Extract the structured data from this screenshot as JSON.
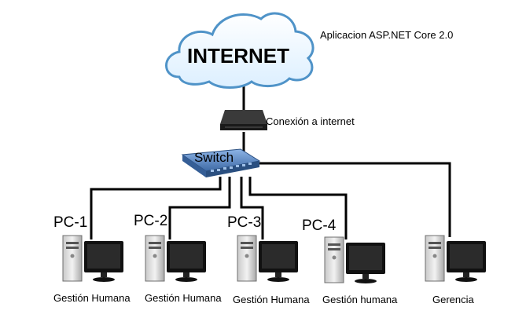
{
  "diagram": {
    "cloud_label": "INTERNET",
    "app_title": "Aplicacion ASP.NET Core 2.0",
    "connection_label": "Conexión a internet",
    "switch_label": "Switch",
    "pcs": [
      {
        "name": "PC-1",
        "department": "Gestión Humana"
      },
      {
        "name": "PC-2",
        "department": "Gestión Humana"
      },
      {
        "name": "PC-3",
        "department": "Gestión Humana"
      },
      {
        "name": "PC-4",
        "department": "Gestión humana"
      },
      {
        "name": "",
        "department": "Gerencia"
      }
    ],
    "colors": {
      "cable": "#000000",
      "cloud_fill": "#eaf6fc",
      "cloud_stroke": "#4f93c8",
      "router_body": "#2a2a2a",
      "switch_body": "#4f7fbe",
      "monitor": "#111111",
      "tower": "#d8d8d8"
    }
  }
}
